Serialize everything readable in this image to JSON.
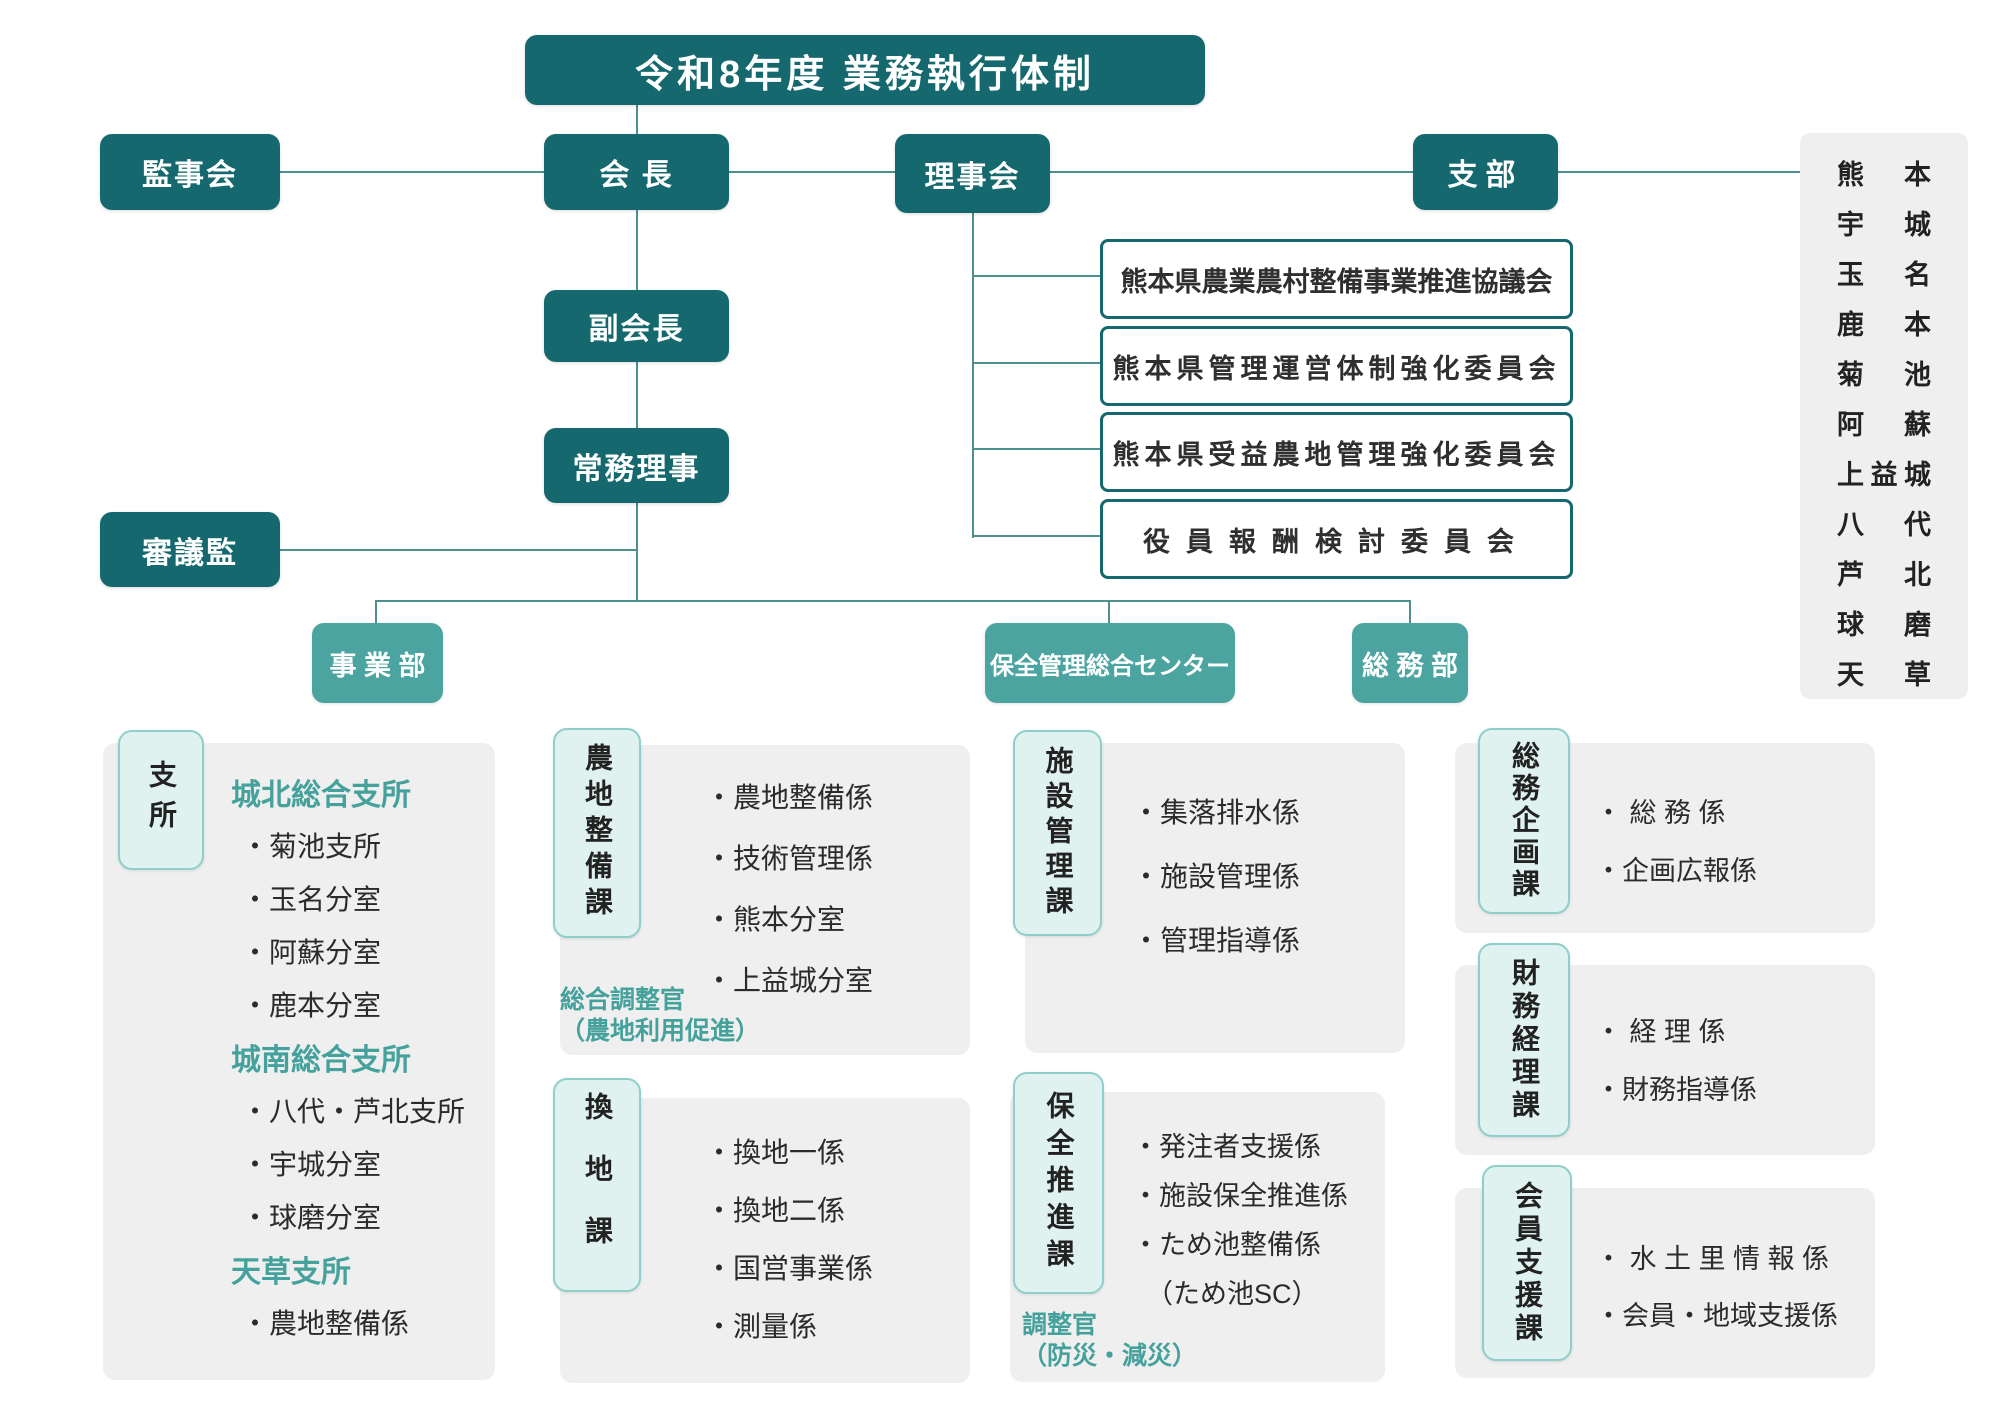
{
  "colors": {
    "dark_teal": "#15696e",
    "mid_teal": "#4ba49f",
    "pale_mint": "#e0f2f0",
    "mint_border": "#8ecfca",
    "panel_gray": "#efefef",
    "line": "#4e908d",
    "teal_text": "#45a19b",
    "body_text": "#2b2b2b"
  },
  "title": "令和8年度 業務執行体制",
  "top": {
    "kanjikai": "監事会",
    "kaicho": "会 長",
    "fukukaicho": "副会長",
    "jomuriji": "常務理事",
    "shingikan": "審議監",
    "rijikai": "理事会",
    "shibu": "支部"
  },
  "committees": [
    "熊本県農業農村整備事業推進協議会",
    "熊本県管理運営体制強化委員会",
    "熊本県受益農地管理強化委員会",
    "役員報酬検討委員会"
  ],
  "branches": [
    "熊本",
    "宇城",
    "玉名",
    "鹿本",
    "菊池",
    "阿蘇",
    "上益城",
    "八代",
    "芦北",
    "球磨",
    "天草"
  ],
  "mid": {
    "jigyobu": "事 業 部",
    "hozen_center": "保全管理総合センター",
    "somubu": "総 務 部"
  },
  "sections": {
    "shisho": {
      "label": "支所",
      "groups": [
        {
          "heading": "城北総合支所",
          "items": [
            "・菊池支所",
            "・玉名分室",
            "・阿蘇分室",
            "・鹿本分室"
          ]
        },
        {
          "heading": "城南総合支所",
          "items": [
            "・八代・芦北支所",
            "・宇城分室",
            "・球磨分室"
          ]
        },
        {
          "heading": "天草支所",
          "items": [
            "・農地整備係"
          ]
        }
      ]
    },
    "nouchiseibi": {
      "label": "農地整備課",
      "items": [
        "・農地整備係",
        "・技術管理係",
        "・熊本分室",
        "・上益城分室"
      ],
      "note": [
        "総合調整官",
        "（農地利用促進）"
      ]
    },
    "kanchi": {
      "label": "換地課",
      "items": [
        "・換地一係",
        "・換地二係",
        "・国営事業係",
        "・測量係"
      ]
    },
    "shisetsukanri": {
      "label": "施設管理課",
      "items": [
        "・集落排水係",
        "・施設管理係",
        "・管理指導係"
      ]
    },
    "hozensuishin": {
      "label": "保全推進課",
      "items": [
        "・発注者支援係",
        "・施設保全推進係",
        "・ため池整備係",
        "（ため池SC）"
      ],
      "note": [
        "調整官",
        "（防災・減災）"
      ]
    },
    "somukikaku": {
      "label": "総務企画課",
      "items": [
        "・ 総 務 係",
        "・企画広報係"
      ]
    },
    "zaimukeiri": {
      "label": "財務経理課",
      "items": [
        "・ 経 理 係",
        "・財務指導係"
      ]
    },
    "kaiinshien": {
      "label": "会員支援課",
      "items": [
        "・ 水 土 里 情 報 係",
        "・会員・地域支援係"
      ]
    }
  }
}
